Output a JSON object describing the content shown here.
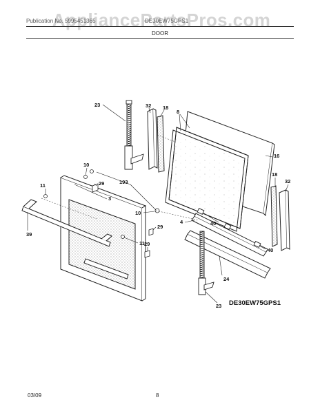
{
  "watermark": "AppliancePartsPros.com",
  "header": {
    "left": "Publication No. 5995451365",
    "right": "DE30EW75GPS1",
    "section": "DOOR"
  },
  "model_code": "DE30EW75GPS1",
  "footer": {
    "date": "03/09",
    "page": "8"
  },
  "callouts": {
    "c23a": "23",
    "c32a": "32",
    "c18a": "18",
    "c8": "8",
    "c16": "16",
    "c10a": "10",
    "c193": "193",
    "c29a": "29",
    "c11a": "11",
    "c3": "3",
    "c39": "39",
    "c10b": "10",
    "c29b": "29",
    "c11b": "11",
    "c29c": "29",
    "c18b": "18",
    "c32b": "32",
    "c4": "4",
    "c40a": "40",
    "c40b": "40",
    "c24": "24",
    "c23b": "23"
  },
  "colors": {
    "line": "#222222",
    "watermark": "#d4d4d4"
  }
}
